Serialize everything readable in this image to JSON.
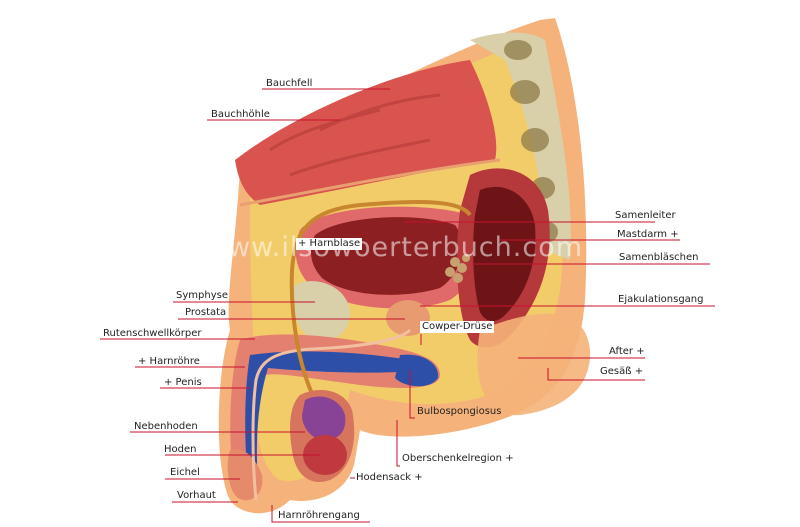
{
  "watermark": "www.ilsowoerterbuch.com",
  "labels": {
    "bauchfell": "Bauchfell",
    "bauchhoehle": "Bauchhöhle",
    "harnblase": "+ Harnblase",
    "symphyse": "Symphyse",
    "prostata": "Prostata",
    "rutenschwellkoerper": "Rutenschwellkörper",
    "harnroehre": "+ Harnröhre",
    "penis": "+ Penis",
    "nebenhoden": "Nebenhoden",
    "hoden": "Hoden",
    "eichel": "Eichel",
    "vorhaut": "Vorhaut",
    "harnroehrengang": "Harnröhrengang",
    "samenleiter": "Samenleiter",
    "mastdarm": "Mastdarm +",
    "samenblaeschen": "Samenbläschen",
    "ejakulationsgang": "Ejakulationsgang",
    "cowper": "Cowper-Drüse",
    "after": "After +",
    "gesaess": "Gesäß +",
    "bulbospongiosus": "Bulbospongiosus",
    "oberschenkelregion": "Oberschenkelregion +",
    "hodensack": "Hodensack +"
  },
  "colors": {
    "leader": "#c8102e",
    "muscle": "#c94a4a",
    "skin": "#f5b27a",
    "fat": "#f3cc6a",
    "bone": "#d9cfa8",
    "blue": "#2e4fa8"
  }
}
